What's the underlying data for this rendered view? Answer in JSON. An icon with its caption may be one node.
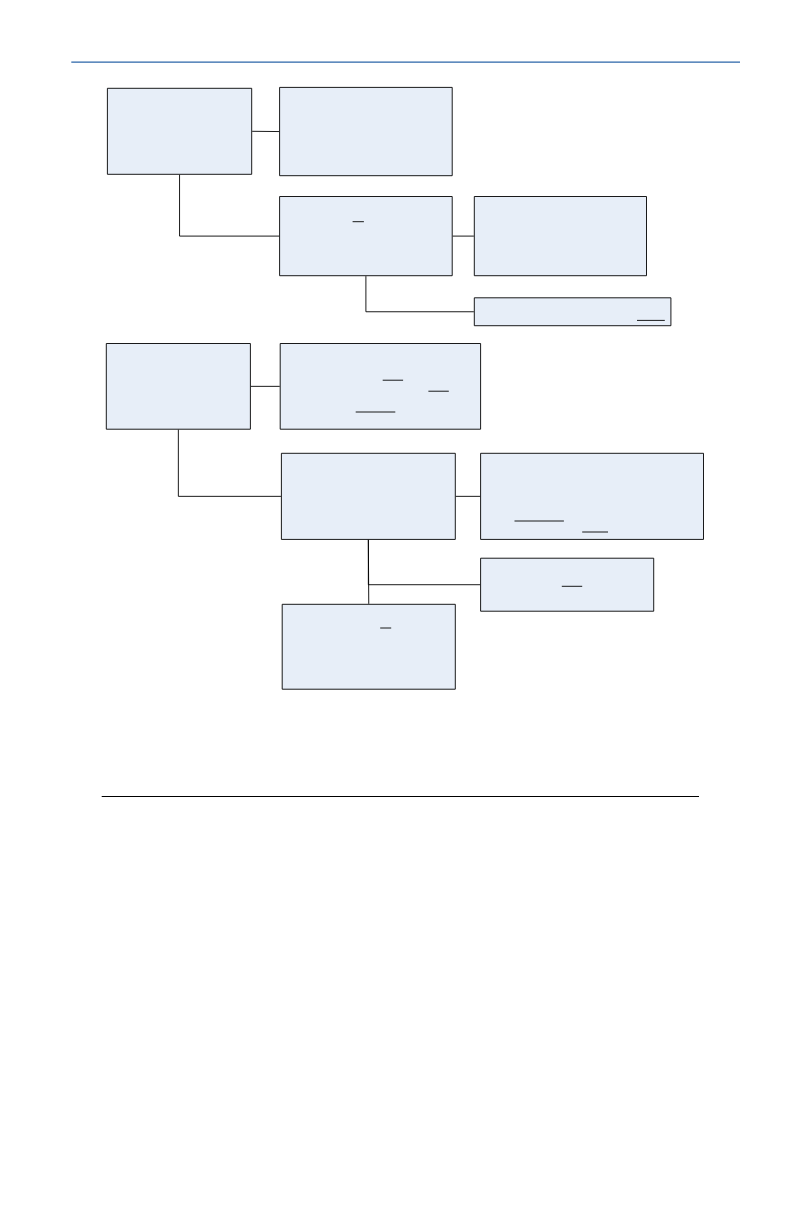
{
  "diagram": {
    "nodes": [
      {
        "text": [],
        "shape": "box"
      },
      {
        "text": [],
        "shape": "box"
      },
      {
        "text": [],
        "shape": "box"
      },
      {
        "text": [],
        "shape": "box"
      },
      {
        "text": [],
        "shape": "box"
      },
      {
        "text": [],
        "shape": "box"
      },
      {
        "text": [],
        "shape": "box"
      },
      {
        "text": [],
        "shape": "box"
      },
      {
        "text": [],
        "shape": "box"
      },
      {
        "text": [],
        "shape": "box"
      },
      {
        "text": [],
        "shape": "box"
      }
    ],
    "edges": [
      {
        "from": 0,
        "to": 1,
        "arrow": "none"
      },
      {
        "from": 0,
        "to": 2,
        "arrow": "none"
      },
      {
        "from": 2,
        "to": 3,
        "arrow": "none"
      },
      {
        "from": 2,
        "to": 4,
        "arrow": "none"
      },
      {
        "from": 5,
        "to": 6,
        "arrow": "none"
      },
      {
        "from": 5,
        "to": 7,
        "arrow": "none"
      },
      {
        "from": 7,
        "to": 8,
        "arrow": "none"
      },
      {
        "from": 7,
        "to": 9,
        "arrow": "none"
      },
      {
        "from": 7,
        "to": 10,
        "arrow": "none"
      }
    ]
  }
}
